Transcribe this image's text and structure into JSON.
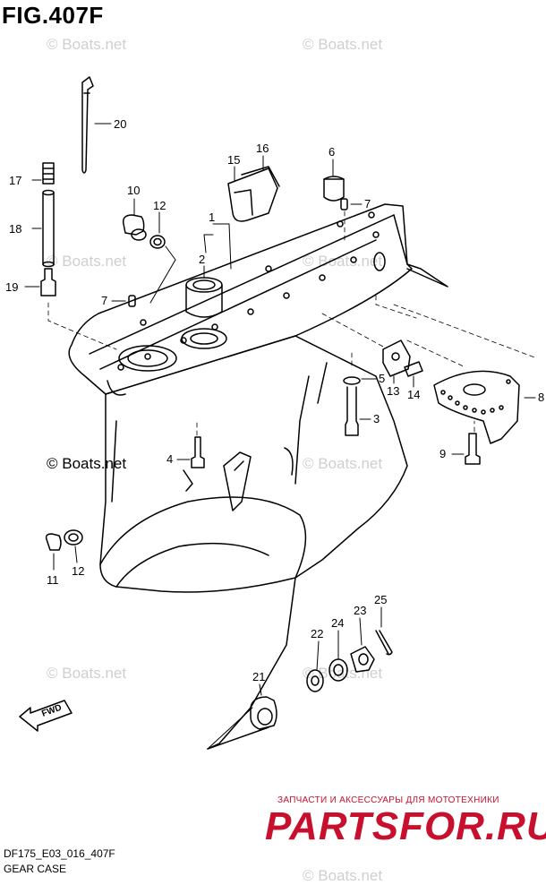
{
  "figure": {
    "title": "FIG.407F",
    "code": "DF175_E03_016_407F",
    "caption": "GEAR CASE"
  },
  "watermarks": {
    "light": "© Boats.net",
    "dark": "© Boats.net"
  },
  "fwd_label": "FWD",
  "partsfor": {
    "tagline": "ЗАПЧАСТИ И АКСЕССУАРЫ ДЛЯ МОТОТЕХНИКИ",
    "logo": "PARTSFOR.RU"
  },
  "callouts": [
    "1",
    "2",
    "3",
    "4",
    "5",
    "6",
    "7",
    "7",
    "8",
    "9",
    "10",
    "11",
    "12",
    "12",
    "13",
    "14",
    "15",
    "16",
    "17",
    "18",
    "19",
    "20",
    "21",
    "22",
    "23",
    "24",
    "25"
  ]
}
